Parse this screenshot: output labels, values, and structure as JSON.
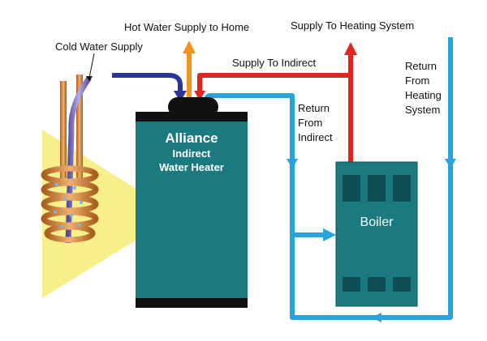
{
  "labels": {
    "hot_water_supply": "Hot Water Supply to Home",
    "supply_heating": "Supply To Heating System",
    "cold_water_supply": "Cold Water Supply",
    "supply_indirect": "Supply To Indirect",
    "return_from_indirect": [
      "Return",
      "From",
      "Indirect"
    ],
    "return_from_heating": [
      "Return",
      "From",
      "Heating",
      "System"
    ]
  },
  "heater": {
    "brand": "Alliance",
    "line1": "Indirect",
    "line2": "Water Heater"
  },
  "boiler": {
    "label": "Boiler"
  },
  "colors": {
    "tank": "#1a7a7f",
    "tank_dark": "#0f4f54",
    "hot_pipe": "#e32222",
    "cold_pipe": "#27a3dd",
    "cold_supply": "#2a3596",
    "hot_outlet": "#f2941c",
    "copper": "#d98b3a",
    "highlight": "#f6ef8a"
  }
}
